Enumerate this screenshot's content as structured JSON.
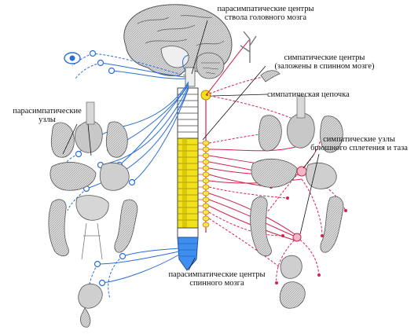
{
  "colors": {
    "parasympathetic": "#2a6fd6",
    "sympathetic": "#d4234f",
    "spinal_cord_sympathetic": "#f2e21c",
    "spinal_cord_parasympathetic": "#3f8ff0",
    "organ_shading": "#8a8a8a",
    "ink": "#111111"
  },
  "labels": {
    "para_brainstem_line1": "парасимпатические центры",
    "para_brainstem_line2": "ствола головного мозга",
    "symp_centers_line1": "симпатические центры",
    "symp_centers_line2": "(заложены в спинном мозге)",
    "symp_chain": "симпатическая цепочка",
    "para_nodes_line1": "парасимпатические",
    "para_nodes_line2": "узлы",
    "symp_nodes_line1": "симпатические узлы",
    "symp_nodes_line2": "брюшного сплетения и таза",
    "para_spinal_line1": "парасимпатические центры",
    "para_spinal_line2": "спинного мозга"
  },
  "icons": [
    "brain-icon",
    "eye-icon",
    "heart-icon",
    "lung-icon",
    "liver-icon",
    "stomach-icon",
    "intestine-icon",
    "bladder-icon",
    "reproductive-organ-icon",
    "hand-icon",
    "blood-vessel-icon"
  ]
}
